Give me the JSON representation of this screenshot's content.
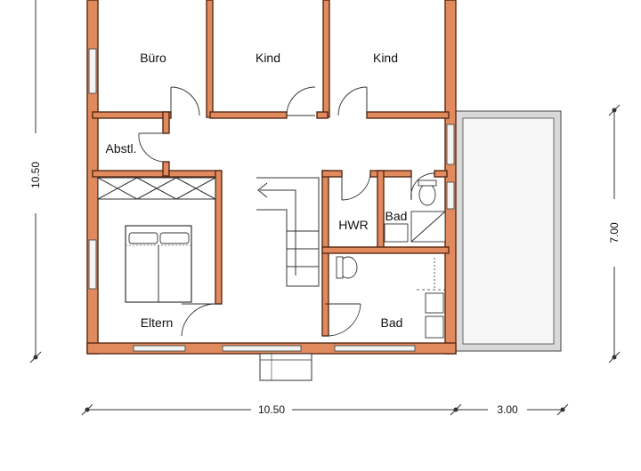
{
  "rooms": {
    "buero": "Büro",
    "kind_left": "Kind",
    "kind_right": "Kind",
    "abstell": "Abstl.",
    "hwr": "HWR",
    "bad_small": "Bad",
    "eltern": "Eltern",
    "bad_large": "Bad"
  },
  "dimensions": {
    "left_vertical": "10.50",
    "right_vertical": "7.00",
    "bottom_main": "10.50",
    "bottom_terrace": "3.00"
  },
  "colors": {
    "wall": "#e08a5e",
    "terrace": "#d9d9d9"
  }
}
